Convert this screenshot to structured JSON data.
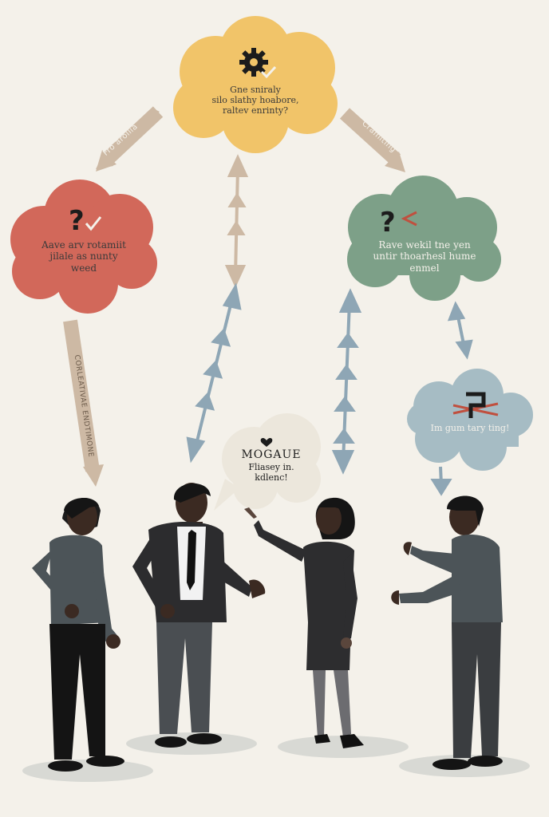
{
  "clouds": {
    "top": {
      "icon": "gear-check-icon",
      "line1": "Gne sniraly",
      "line2": "silo slathy hoabore,",
      "line3": "raltev enrinty?",
      "color": "#f1c469"
    },
    "left": {
      "icon": "question-check-icon",
      "line1": "Aave arv rotamiit",
      "line2": "jilale as nunty",
      "line3": "weed",
      "color": "#d2685a"
    },
    "right": {
      "icon": "question-arrow-icon",
      "line1": "Rave wekil tne yen",
      "line2": "untir thoarhesl hume",
      "line3": "enmel",
      "color": "#7da088"
    },
    "small": {
      "icon": "crossed-arrows-icon",
      "text": "Im gum tary ting!",
      "color": "#a6bcc4"
    }
  },
  "arrows": {
    "top_left": "Fro arollia",
    "top_right": "Cramiting",
    "left_down": "CORLEATIVAE ENDTIMONE"
  },
  "speech": {
    "title": "MOGAUE",
    "line1": "Fliasey in.",
    "line2": "kdlenc!"
  },
  "colors": {
    "background": "#f4f1ea",
    "arrow": "#cdb9a4",
    "connector": "#8ea6b5",
    "dark_suit": "#2c2c2e",
    "sweater": "#4c5458"
  }
}
